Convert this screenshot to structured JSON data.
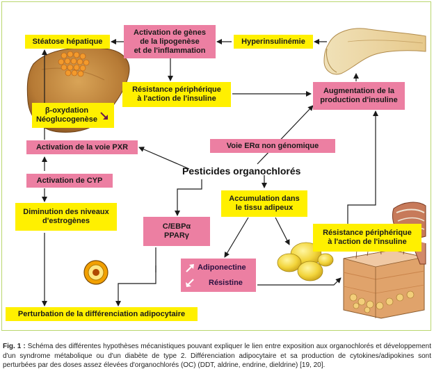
{
  "boxes": {
    "steatose": "Stéatose hépatique",
    "activation_genes": "Activation de gènes\nde la lipogenèse\net de l'inflammation",
    "hyperinsulinemie": "Hyperinsulinémie",
    "resistance_1": "Résistance périphérique\nà l'action de l'insuline",
    "augmentation": "Augmentation de la\nproduction d'insuline",
    "beta_oxydation": "β-oxydation\nNéoglucogenèse",
    "activation_pxr": "Activation de la voie PXR",
    "voie_er": "Voie ERα non génomique",
    "pesticides": "Pesticides organochlorés",
    "activation_cyp": "Activation de CYP",
    "accumulation": "Accumulation dans\nle tissu adipeux",
    "diminution": "Diminution des niveaux\nd'estrogènes",
    "cebp": "C/EBPα\nPPARγ",
    "resistance_2": "Résistance périphérique\nà l'action de l'insuline",
    "adiponectine": "Adiponectine",
    "resistine": "Résistine",
    "perturbation": "Perturbation de la différenciation adipocytaire"
  },
  "caption": {
    "label": "Fig. 1 :",
    "text": "Schéma des différentes hypothèses mécanistiques pouvant expliquer le lien entre exposition aux organochlorés et développement d'un syndrome métabolique ou d'un diabète de type 2. Différenciation adipocytaire et sa production de cytokines/adipokines sont perturbées par des doses assez élevées d'organochlorés (OC) (DDT, aldrine, endrine, dieldrine) [19, 20]."
  },
  "colors": {
    "yellow": "#fff000",
    "pink": "#ec7fa2",
    "frame": "#b9d66d"
  },
  "icons": [
    "liver-illustration",
    "pancreas-illustration",
    "adipocyte-cluster-illustration",
    "skin-tissue-illustration",
    "muscle-arm-illustration",
    "cell-illustration",
    "down-arrow-icon",
    "up-arrow-icon"
  ]
}
